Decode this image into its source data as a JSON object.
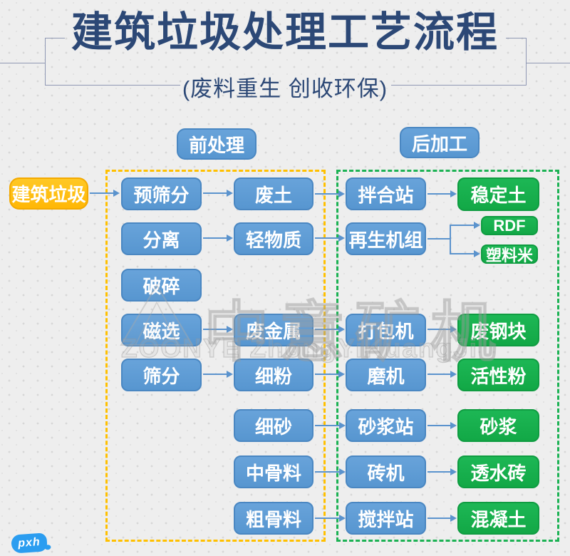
{
  "title": "建筑垃圾处理工艺流程",
  "subtitle": "(废料重生 创收环保)",
  "section_headers": {
    "pre": "前处理",
    "post": "后加工"
  },
  "nodes": {
    "source": "建筑垃圾",
    "pre_screening": "预筛分",
    "separation": "分离",
    "crushing": "破碎",
    "magnetic_sorting": "磁选",
    "screening": "筛分",
    "waste_soil": "废土",
    "light_matter": "轻物质",
    "scrap_metal": "废金属",
    "fine_powder": "细粉",
    "fine_sand": "细砂",
    "medium_aggregate": "中骨料",
    "coarse_aggregate": "粗骨料",
    "mixing_station": "拌合站",
    "regen_unit": "再生机组",
    "baler": "打包机",
    "mill": "磨机",
    "mortar_station": "砂浆站",
    "brick_machine": "砖机",
    "concrete_station": "搅拌站",
    "stabilized_soil": "稳定土",
    "rdf": "RDF",
    "plastic_pellets": "塑料米",
    "scrap_steel": "废钢块",
    "active_powder": "活性粉",
    "mortar": "砂浆",
    "permeable_brick": "透水砖",
    "concrete": "混凝土"
  },
  "edges": [
    [
      "source",
      "pre_screening"
    ],
    [
      "pre_screening",
      "waste_soil"
    ],
    [
      "waste_soil",
      "mixing_station"
    ],
    [
      "mixing_station",
      "stabilized_soil"
    ],
    [
      "separation",
      "light_matter"
    ],
    [
      "light_matter",
      "regen_unit"
    ],
    [
      "regen_unit",
      "rdf"
    ],
    [
      "regen_unit",
      "plastic_pellets"
    ],
    [
      "magnetic_sorting",
      "scrap_metal"
    ],
    [
      "scrap_metal",
      "baler"
    ],
    [
      "baler",
      "scrap_steel"
    ],
    [
      "screening",
      "fine_powder"
    ],
    [
      "fine_powder",
      "mill"
    ],
    [
      "mill",
      "active_powder"
    ],
    [
      "fine_sand",
      "mortar_station"
    ],
    [
      "mortar_station",
      "mortar"
    ],
    [
      "medium_aggregate",
      "brick_machine"
    ],
    [
      "brick_machine",
      "permeable_brick"
    ],
    [
      "coarse_aggregate",
      "concrete_station"
    ],
    [
      "concrete_station",
      "concrete"
    ]
  ],
  "watermark": {
    "cn": "中意矿机",
    "en": "ZOONYE ZhongYiKuangJi"
  },
  "badge": "pxh",
  "colors": {
    "title_navy": "#2c4876",
    "box_blue": "#5b9bd5",
    "box_green": "#17b14e",
    "box_yellow": "#ffc013",
    "dash_yellow": "#ffc000",
    "dash_green": "#1cb254",
    "arrow_blue": "#5b93cd",
    "background": "#eeeeee"
  }
}
